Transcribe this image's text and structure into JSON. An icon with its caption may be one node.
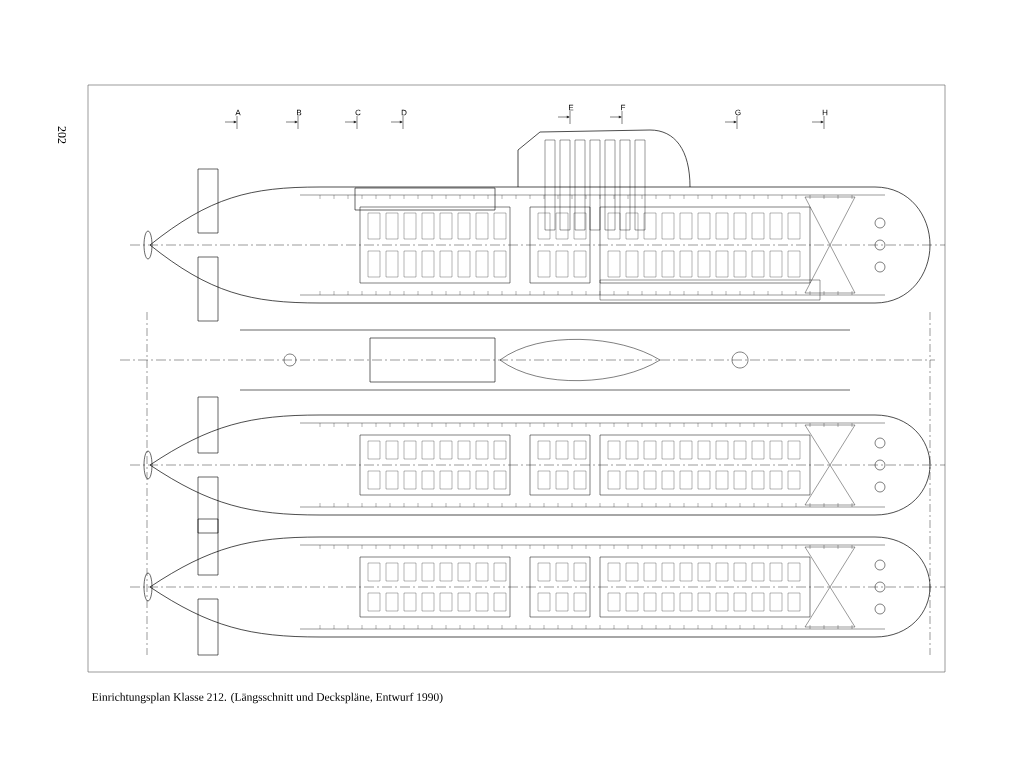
{
  "diagram": {
    "caption": "Einrichtungsplan Klasse 212.  (Längsschnitt und Deckspläne, Entwurf 1990)",
    "labels": [
      "202",
      "A",
      "B",
      "C",
      "D",
      "E",
      "F",
      "G",
      "H"
    ]
  }
}
